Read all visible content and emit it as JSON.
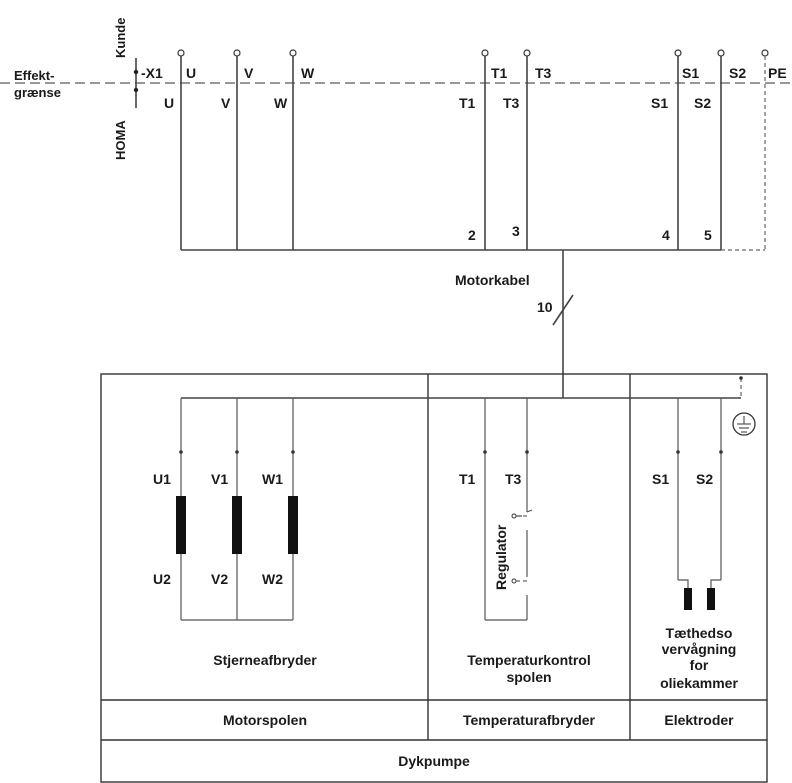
{
  "header": {
    "kunde": "Kunde",
    "homa": "HOMA",
    "effekt_line1": "Effekt-",
    "effekt_line2": "grænse",
    "terminal_block": "-X1"
  },
  "customer_terminals": [
    "U",
    "V",
    "W",
    "T1",
    "T3",
    "S1",
    "S2",
    "PE"
  ],
  "homa_terminals": [
    "U",
    "V",
    "W",
    "T1",
    "T3",
    "S1",
    "S2"
  ],
  "core_numbers": [
    "2",
    "3",
    "4",
    "5"
  ],
  "cable": {
    "name": "Motorkabel",
    "cores": "10"
  },
  "motor": {
    "coil_tops": [
      "U1",
      "V1",
      "W1"
    ],
    "coil_bottoms": [
      "U2",
      "V2",
      "W2"
    ],
    "connection": "Stjerneafbryder",
    "footer": "Motorspolen"
  },
  "temperature": {
    "terminals": [
      "T1",
      "T3"
    ],
    "regulator": "Regulator",
    "caption_line1": "Temperaturkontrol",
    "caption_line2": "spolen",
    "footer": "Temperaturafbryder"
  },
  "electrodes": {
    "terminals": [
      "S1",
      "S2"
    ],
    "caption_lines": [
      "Tæthedso",
      "vervågning",
      "for",
      "oliekammer"
    ],
    "footer": "Elektroder"
  },
  "pump": "Dykpumpe"
}
